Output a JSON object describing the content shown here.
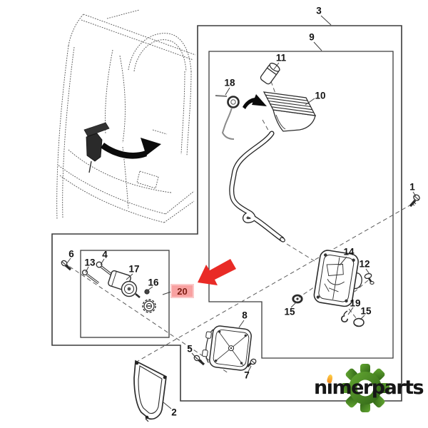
{
  "brand": {
    "wordmark": "nimerparts"
  },
  "diagram": {
    "type": "exploded-parts-diagram",
    "highlighted_part": "20",
    "callouts": {
      "p1": "1",
      "p2": "2",
      "p3": "3",
      "p4": "4",
      "p5": "5",
      "p6": "6",
      "p7": "7",
      "p8": "8",
      "p9": "9",
      "p10": "10",
      "p11": "11",
      "p12": "12",
      "p13": "13",
      "p14": "14",
      "p15a": "15",
      "p15b": "15",
      "p16": "16",
      "p17": "17",
      "p18": "18",
      "p19": "19",
      "p20": "20"
    },
    "colors": {
      "line": "#2b2b2b",
      "highlight_arrow": "#e92b26",
      "highlight_badge_bg": "#f8a1a1",
      "highlight_badge_text": "#7d1d12",
      "logo_green": "#4a8c22",
      "logo_flame": "#f28a1e"
    }
  }
}
